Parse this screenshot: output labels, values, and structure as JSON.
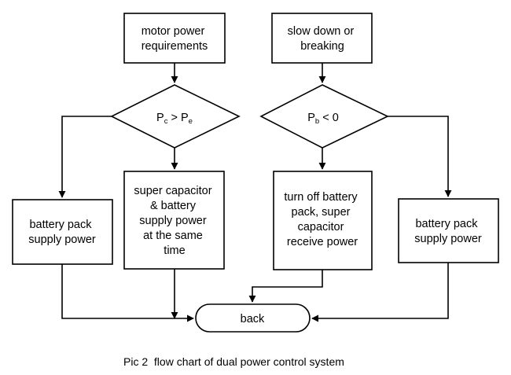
{
  "diagram": {
    "nodes": {
      "motor": {
        "lines": [
          "motor power",
          "requirements"
        ]
      },
      "slow": {
        "lines": [
          "slow down or",
          "breaking"
        ]
      },
      "cond_left": {
        "p": "P",
        "s1": "c",
        "op": " > ",
        "p2": "P",
        "s2": "e"
      },
      "cond_right": {
        "p": "P",
        "s1": "b",
        "op": " < 0"
      },
      "battery_left": {
        "lines": [
          "battery pack",
          "supply power"
        ]
      },
      "super_cap": {
        "lines": [
          "super capacitor",
          "& battery",
          "supply power",
          "at the same",
          "time"
        ]
      },
      "turn_off": {
        "lines": [
          "turn off battery",
          "pack, super",
          "capacitor",
          "receive power"
        ]
      },
      "battery_right": {
        "lines": [
          "battery pack",
          "supply power"
        ]
      },
      "back": {
        "label": "back"
      }
    },
    "caption": "Pic 2  flow chart of dual power control system"
  }
}
